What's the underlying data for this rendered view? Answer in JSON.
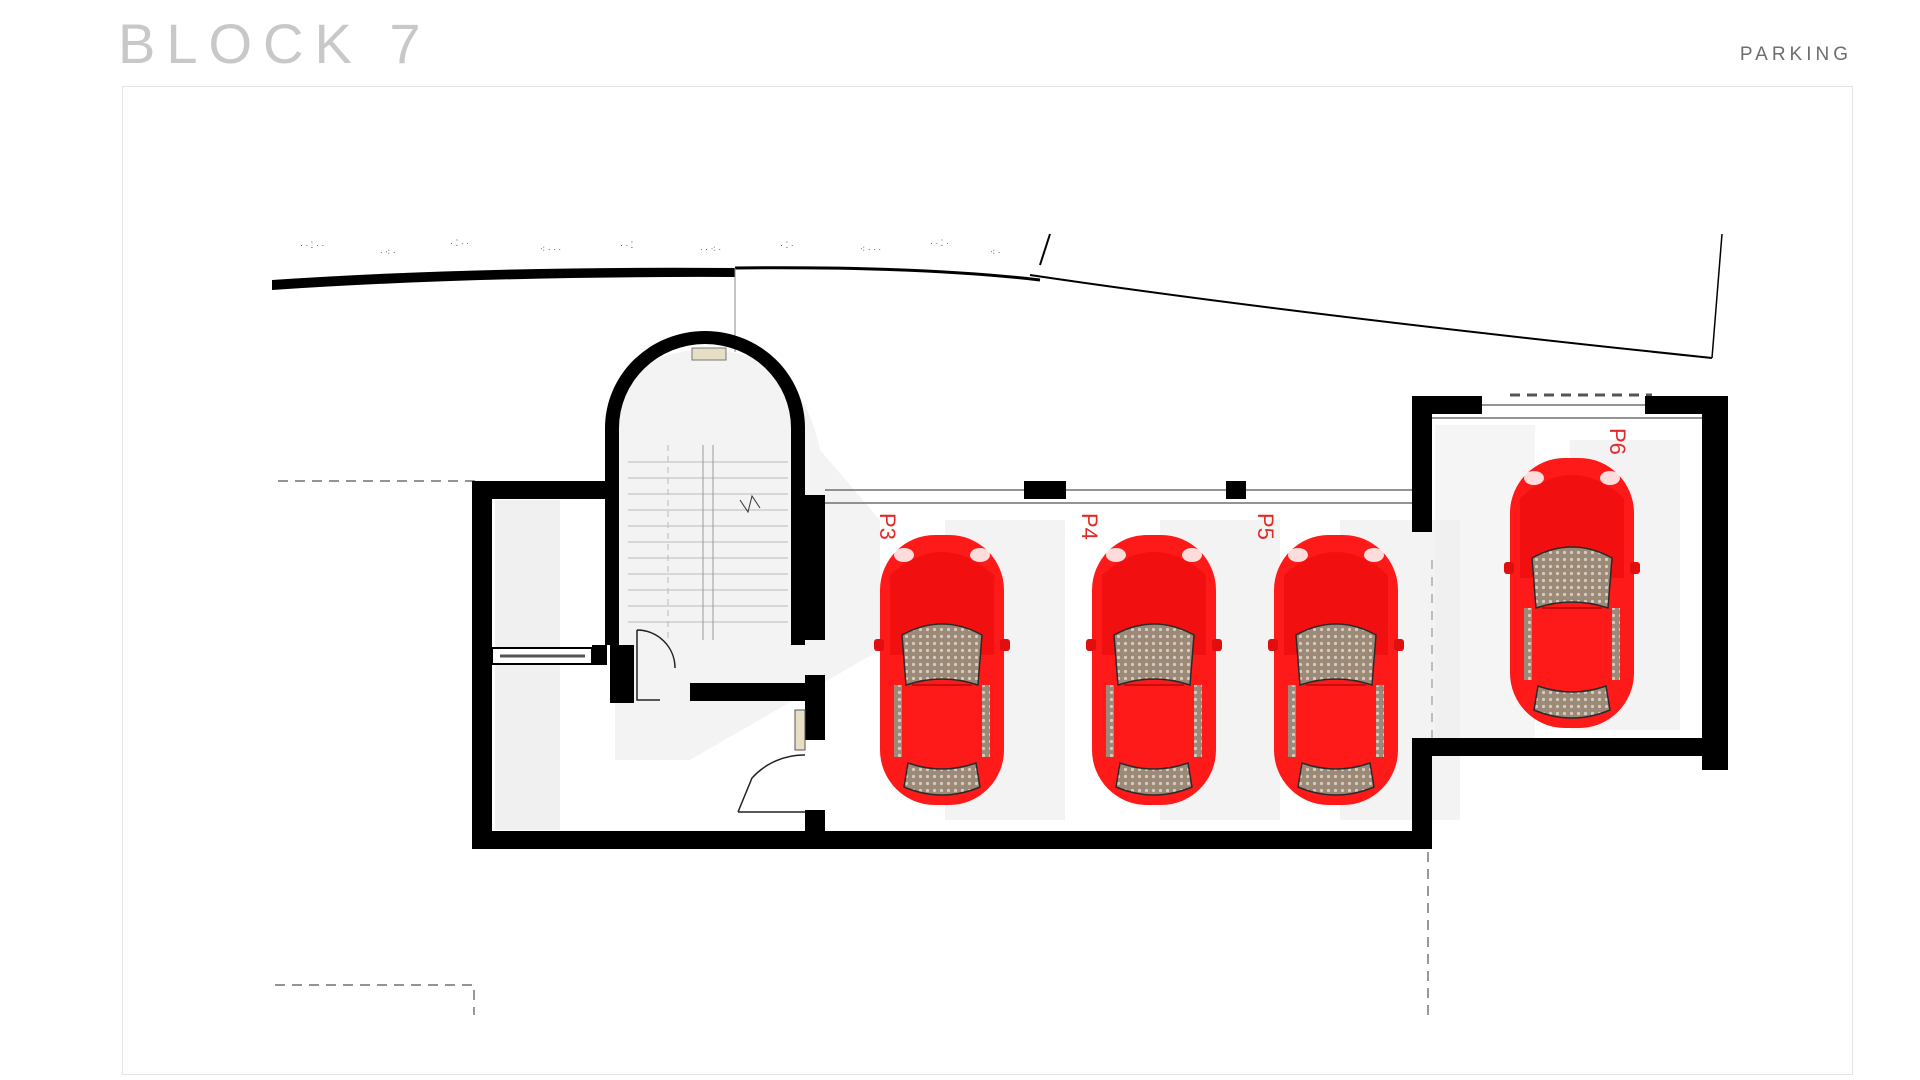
{
  "header": {
    "title": "BLOCK 7",
    "section": "PARKING"
  },
  "bays": [
    {
      "label": "P3",
      "car_color": "#ff1a1a"
    },
    {
      "label": "P4",
      "car_color": "#ff1a1a"
    },
    {
      "label": "P5",
      "car_color": "#ff1a1a"
    },
    {
      "label": "P6",
      "car_color": "#ff1a1a"
    }
  ],
  "colors": {
    "walls": "#000000",
    "car": "#ff1a1a",
    "label": "#e02b2b",
    "shadow": "#eeeeee"
  }
}
